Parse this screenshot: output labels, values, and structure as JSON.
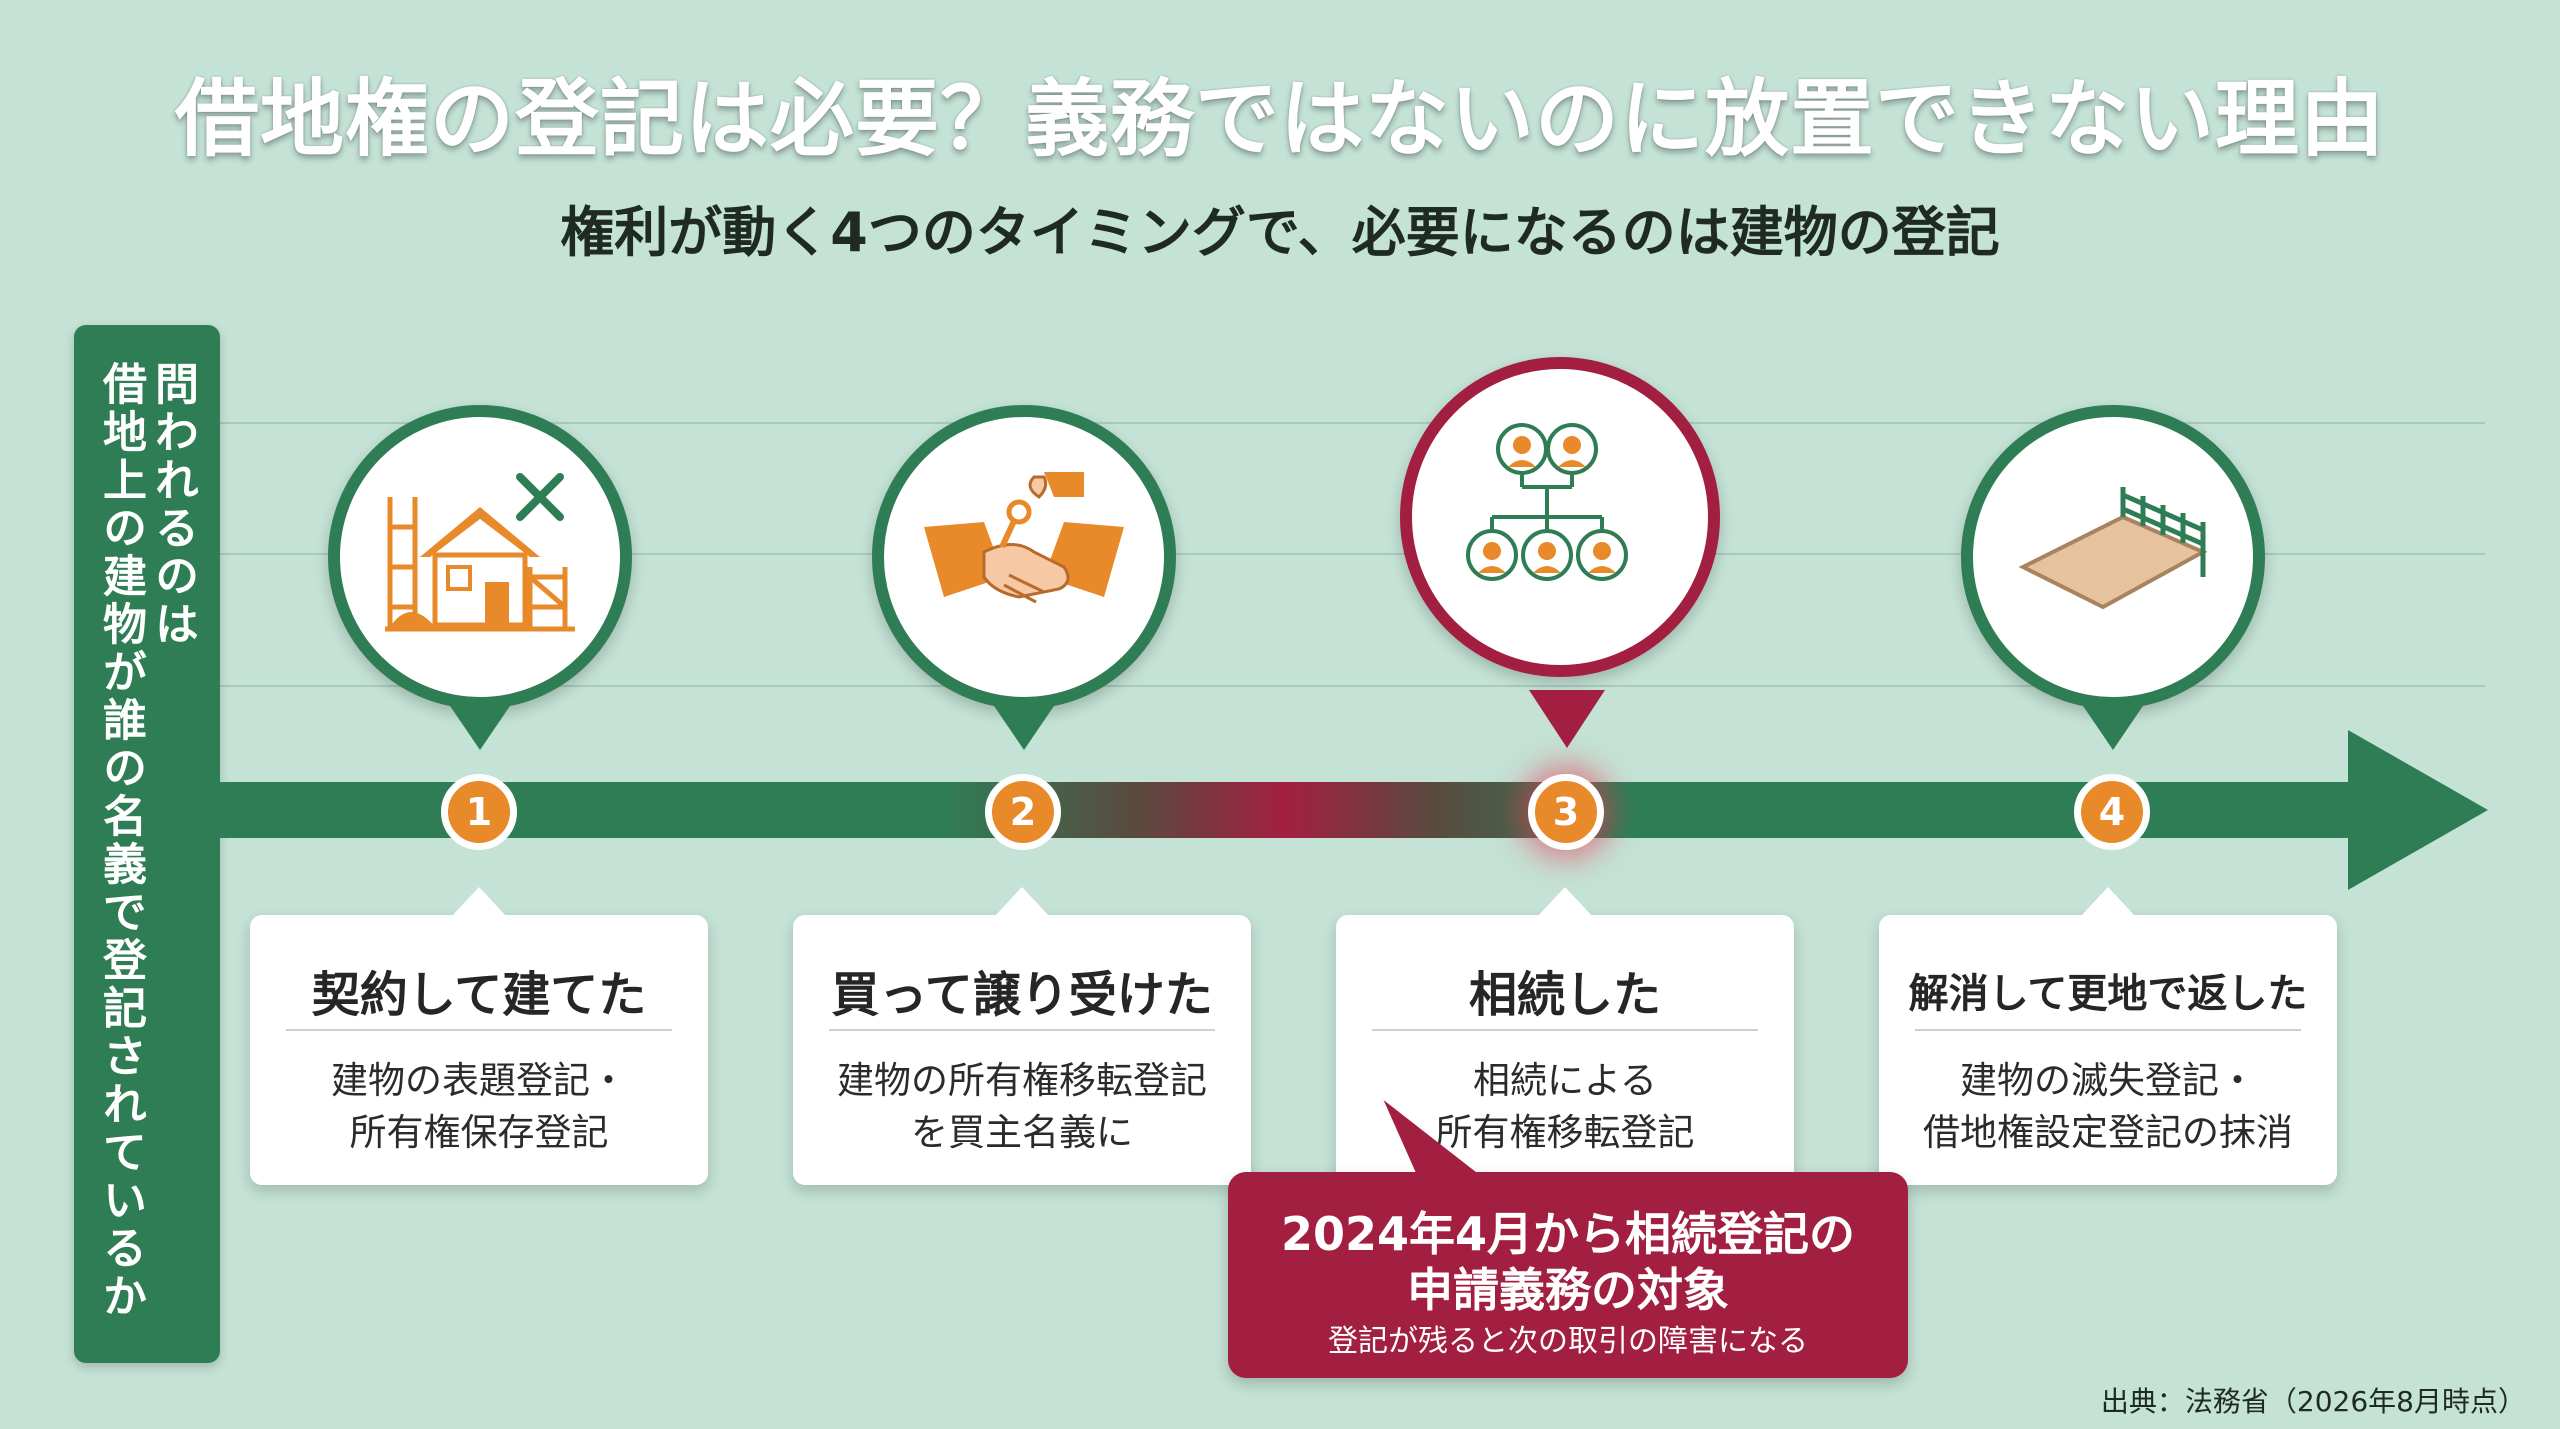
{
  "title": "借地権の登記は必要？義務ではないのに放置できない理由",
  "subtitle": "権利が動く4つのタイミングで、必要になるのは建物の登記",
  "side_label": {
    "col1": "問われるのは",
    "col2": "借地上の建物が誰の名義で登記されているか"
  },
  "steps": [
    {
      "number": "1",
      "title": "契約して建てた",
      "desc_line1": "建物の表題登記・",
      "desc_line2": "所有権保存登記",
      "icon": "house-construction-icon"
    },
    {
      "number": "2",
      "title": "買って譲り受けた",
      "desc_line1": "建物の所有権移転登記",
      "desc_line2": "を買主名義に",
      "icon": "handshake-key-icon"
    },
    {
      "number": "3",
      "title": "相続した",
      "desc_line1": "相続による",
      "desc_line2": "所有権移転登記",
      "icon": "family-tree-icon"
    },
    {
      "number": "4",
      "title": "解消して更地で返した",
      "desc_line1": "建物の滅失登記・",
      "desc_line2": "借地権設定登記の抹消",
      "icon": "vacant-lot-icon"
    }
  ],
  "callout": {
    "line1": "2024年4月から相続登記の",
    "line2": "申請義務の対象",
    "line3": "登記が残ると次の取引の障害になる"
  },
  "source": "出典：法務省（2026年8月時点）",
  "colors": {
    "background": "#c4e2d5",
    "green": "#2e7d55",
    "crimson": "#a31f41",
    "orange": "#e8892a"
  }
}
